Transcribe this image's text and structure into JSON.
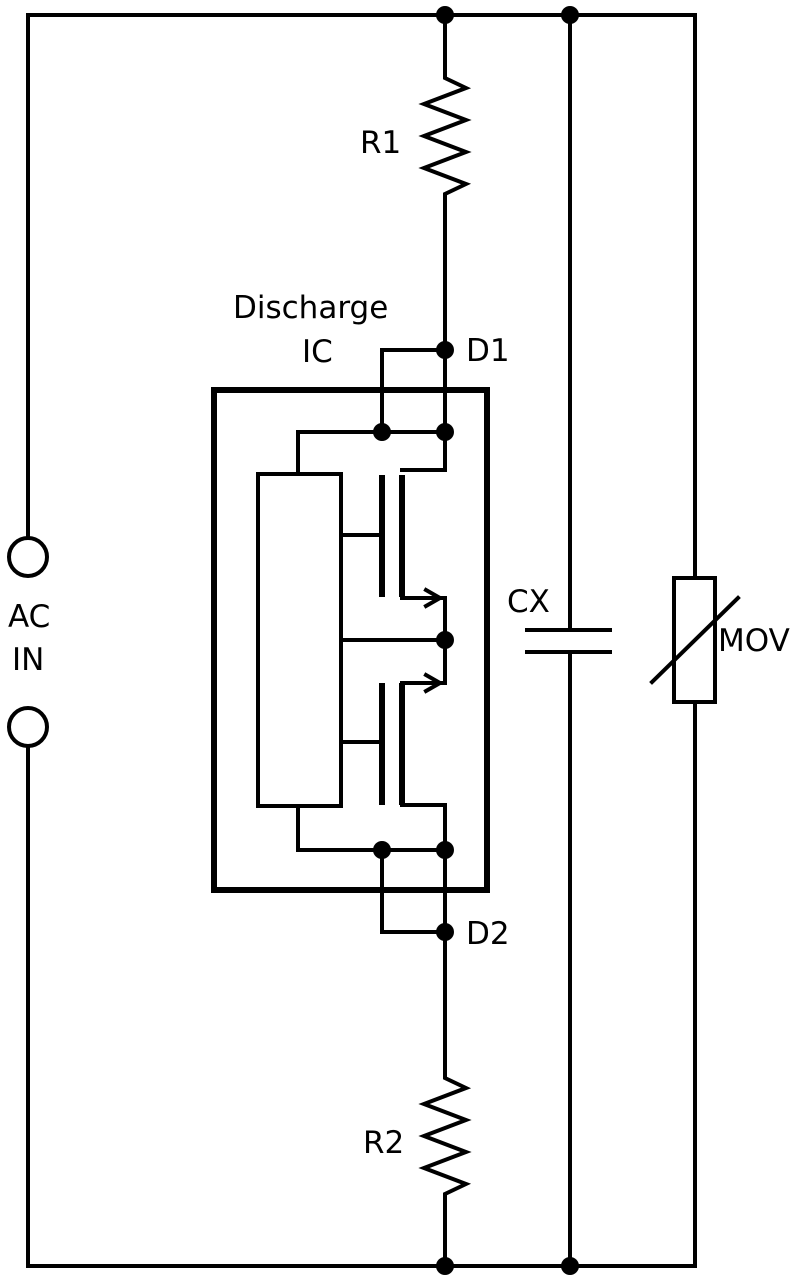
{
  "labels": {
    "ac_top": "AC",
    "ac_bottom": "IN",
    "r1": "R1",
    "r2": "R2",
    "ic_line1": "Discharge",
    "ic_line2": "IC",
    "d1": "D1",
    "d2": "D2",
    "cx": "CX",
    "mov": "MOV"
  }
}
